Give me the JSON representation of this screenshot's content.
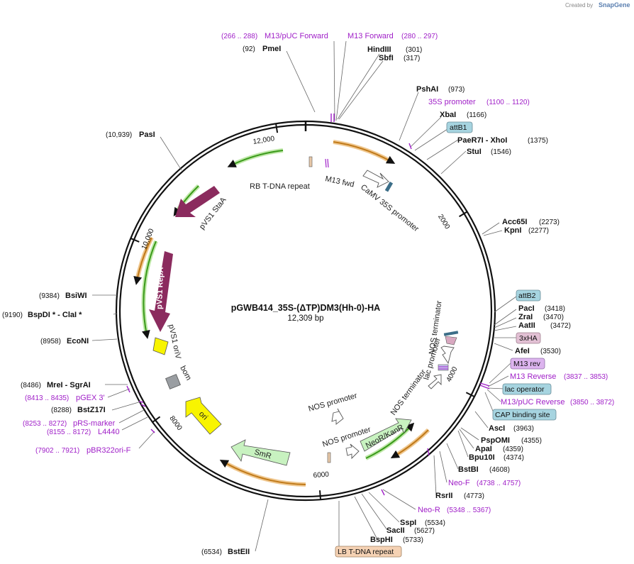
{
  "brand": {
    "created_by": "Created by",
    "name": "SnapGene"
  },
  "map": {
    "title": "pGWB414_35S-(ΔTP)DM3(Hh-0)-HA",
    "size_label": "12,309 bp",
    "length": 12309
  },
  "tick_labels": [
    {
      "bp": 2000,
      "label": "2000"
    },
    {
      "bp": 4000,
      "label": "4000"
    },
    {
      "bp": 6000,
      "label": "6000"
    },
    {
      "bp": 8000,
      "label": "8000"
    },
    {
      "bp": 10000,
      "label": "10,000"
    },
    {
      "bp": 12000,
      "label": "12,000"
    }
  ],
  "restriction_sites": [
    {
      "name": "PmeI",
      "pos": "(92)",
      "bp": 92
    },
    {
      "name": "HindIII",
      "pos": "(301)",
      "bp": 301
    },
    {
      "name": "SbfI",
      "pos": "(317)",
      "bp": 317
    },
    {
      "name": "PshAI",
      "pos": "(973)",
      "bp": 973
    },
    {
      "name": "XbaI",
      "pos": "(1166)",
      "bp": 1166
    },
    {
      "name": "PaeR7I - XhoI",
      "pos": "(1375)",
      "bp": 1375
    },
    {
      "name": "StuI",
      "pos": "(1546)",
      "bp": 1546
    },
    {
      "name": "Acc65I",
      "pos": "(2273)",
      "bp": 2273
    },
    {
      "name": "KpnI",
      "pos": "(2277)",
      "bp": 2277
    },
    {
      "name": "PacI",
      "pos": "(3418)",
      "bp": 3418
    },
    {
      "name": "ZraI",
      "pos": "(3470)",
      "bp": 3470
    },
    {
      "name": "AatII",
      "pos": "(3472)",
      "bp": 3472
    },
    {
      "name": "AfeI",
      "pos": "(3530)",
      "bp": 3530
    },
    {
      "name": "AscI",
      "pos": "(3963)",
      "bp": 3963
    },
    {
      "name": "PspOMI",
      "pos": "(4355)",
      "bp": 4355
    },
    {
      "name": "ApaI",
      "pos": "(4359)",
      "bp": 4359
    },
    {
      "name": "Bpu10I",
      "pos": "(4374)",
      "bp": 4374
    },
    {
      "name": "BstBI",
      "pos": "(4608)",
      "bp": 4608
    },
    {
      "name": "RsrII",
      "pos": "(4773)",
      "bp": 4773
    },
    {
      "name": "SspI",
      "pos": "(5534)",
      "bp": 5534
    },
    {
      "name": "SacII",
      "pos": "(5627)",
      "bp": 5627
    },
    {
      "name": "BspHI",
      "pos": "(5733)",
      "bp": 5733
    },
    {
      "name": "BstEII",
      "pos": "(6534)",
      "bp": 6534
    },
    {
      "name": "BstZ17I",
      "pos": "(8288)",
      "bp": 8288
    },
    {
      "name": "MreI - SgrAI",
      "pos": "(8486)",
      "bp": 8486
    },
    {
      "name": "EcoNI",
      "pos": "(8958)",
      "bp": 8958
    },
    {
      "name": "BspDI * - ClaI *",
      "pos": "(9190)",
      "bp": 9190
    },
    {
      "name": "BsiWI",
      "pos": "(9384)",
      "bp": 9384
    },
    {
      "name": "PasI",
      "pos": "(10,939)",
      "bp": 10939
    }
  ],
  "primers": [
    {
      "name": "M13/pUC Forward",
      "pos": "(266 .. 288)"
    },
    {
      "name": "M13 Forward",
      "pos": "(280 .. 297)"
    },
    {
      "name": "35S promoter",
      "pos": "(1100 .. 1120)"
    },
    {
      "name": "M13 Reverse",
      "pos": "(3837 .. 3853)"
    },
    {
      "name": "M13/pUC Reverse",
      "pos": "(3850 .. 3872)"
    },
    {
      "name": "Neo-F",
      "pos": "(4738 .. 4757)"
    },
    {
      "name": "Neo-R",
      "pos": "(5348 .. 5367)"
    },
    {
      "name": "pGEX 3'",
      "pos": "(8413 .. 8435)"
    },
    {
      "name": "pRS-marker",
      "pos": "(8253 .. 8272)"
    },
    {
      "name": "L4440",
      "pos": "(8155 .. 8172)"
    },
    {
      "name": "pBR322ori-F",
      "pos": "(7902 .. 7921)"
    }
  ],
  "badges": [
    {
      "key": "attb1",
      "text": "attB1",
      "fill": "#a6d4e0"
    },
    {
      "key": "attb2",
      "text": "attB2",
      "fill": "#a6d4e0"
    },
    {
      "key": "xha",
      "text": "3xHA",
      "fill": "#e2c0d4"
    },
    {
      "key": "m13rev",
      "text": "M13 rev",
      "fill": "#dcb4ee"
    },
    {
      "key": "lacop",
      "text": "lac operator",
      "fill": "#a6d4e0"
    },
    {
      "key": "cap",
      "text": "CAP binding site",
      "fill": "#a6d4e0"
    },
    {
      "key": "lbrepeat",
      "text": "LB T-DNA repeat",
      "fill": "#f5d2b4"
    }
  ],
  "features": {
    "rb_repeat": "RB T-DNA repeat",
    "m13_fwd": "M13 fwd",
    "camv": "CaMV 35S promoter",
    "pvs1_staa": "pVS1 StaA",
    "pvs1_repa": "pVS1 RepA",
    "pvs1_oriv": "pVS1 oriV",
    "bom": "bom",
    "ori": "ori",
    "smr": "SmR",
    "nos_promoter_1": "NOS promoter",
    "nos_promoter_2": "NOS promoter",
    "neokanr": "NeoR/KanR",
    "nos_terminator_1": "NOS terminator",
    "nos_terminator_2": "NOS terminator",
    "lac_promoter": "lac promoter"
  },
  "colors": {
    "backbone": "#111111",
    "gene_arrow": "#8b2b5e",
    "orf_green": "#3a9a1a",
    "orf_orange": "#c07a1a",
    "primer": "#a020c8",
    "ori_yellow": "#f8f400",
    "smr_green": "#c8f2c0",
    "bom_gray": "#9a9ea2",
    "camv_blue": "#3c6e88"
  }
}
